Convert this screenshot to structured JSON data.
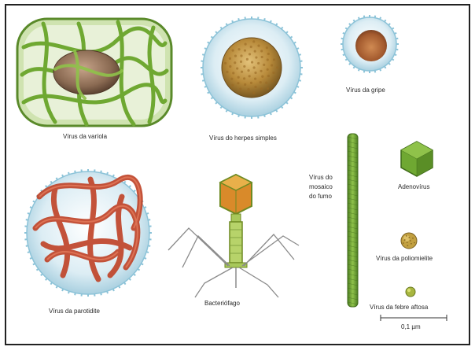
{
  "labels": {
    "variola": "Vírus da varíola",
    "herpes": "Vírus do herpes simples",
    "gripe": "Vírus da gripe",
    "parotidite": "Vírus da parotidite",
    "bacteriofago": "Bacteriófago",
    "mosaico_line1": "Vírus do",
    "mosaico_line2": "mosaico",
    "mosaico_line3": "do fumo",
    "adenovirus": "Adenovírus",
    "poliovirus": "Vírus da poliomielite",
    "febre_aftosa": "Vírus da febre aftosa",
    "scale": "0,1 µm"
  },
  "colors": {
    "border": "#222222",
    "green": "#7fb23a",
    "green_dark": "#4d7d22",
    "envelope_blue": "#cfe6ef",
    "spike_blue": "#8cc3d8",
    "brown": "#8a5a3a",
    "orange": "#d98a2a",
    "red_rna": "#c0452a"
  },
  "icons": {
    "variola": "brick-virus-icon",
    "herpes": "enveloped-icosahedral-virus-icon",
    "gripe": "enveloped-spiked-virus-icon",
    "parotidite": "paramyxovirus-icon",
    "bacteriofago": "bacteriophage-icon",
    "mosaico": "helical-rod-virus-icon",
    "adenovirus": "icosahedral-virus-icon",
    "poliovirus": "small-icosahedral-virus-icon",
    "febre_aftosa": "tiny-icosahedral-virus-icon"
  }
}
